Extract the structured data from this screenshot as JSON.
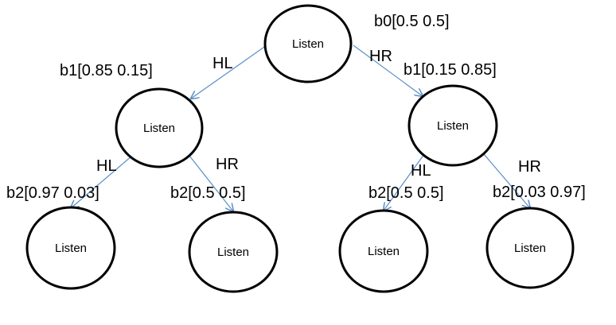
{
  "diagram": {
    "edge_color": "#5b8fc7",
    "node_stroke_color": "#000000",
    "nodes": [
      {
        "id": "root",
        "label": "Listen",
        "belief": "b0[0.5 0.5]"
      },
      {
        "id": "l",
        "label": "Listen",
        "belief": "b1[0.85 0.15]"
      },
      {
        "id": "r",
        "label": "Listen",
        "belief": "b1[0.15 0.85]"
      },
      {
        "id": "ll",
        "label": "Listen",
        "belief": "b2[0.97 0.03]"
      },
      {
        "id": "lr",
        "label": "Listen",
        "belief": "b2[0.5 0.5]"
      },
      {
        "id": "rl",
        "label": "Listen",
        "belief": "b2[0.5 0.5]"
      },
      {
        "id": "rr",
        "label": "Listen",
        "belief": "b2[0.03 0.97]"
      }
    ],
    "edges": [
      {
        "from": "root",
        "to": "l",
        "label": "HL"
      },
      {
        "from": "root",
        "to": "r",
        "label": "HR"
      },
      {
        "from": "l",
        "to": "ll",
        "label": "HL"
      },
      {
        "from": "l",
        "to": "lr",
        "label": "HR"
      },
      {
        "from": "r",
        "to": "rl",
        "label": "HL"
      },
      {
        "from": "r",
        "to": "rr",
        "label": "HR"
      }
    ]
  }
}
